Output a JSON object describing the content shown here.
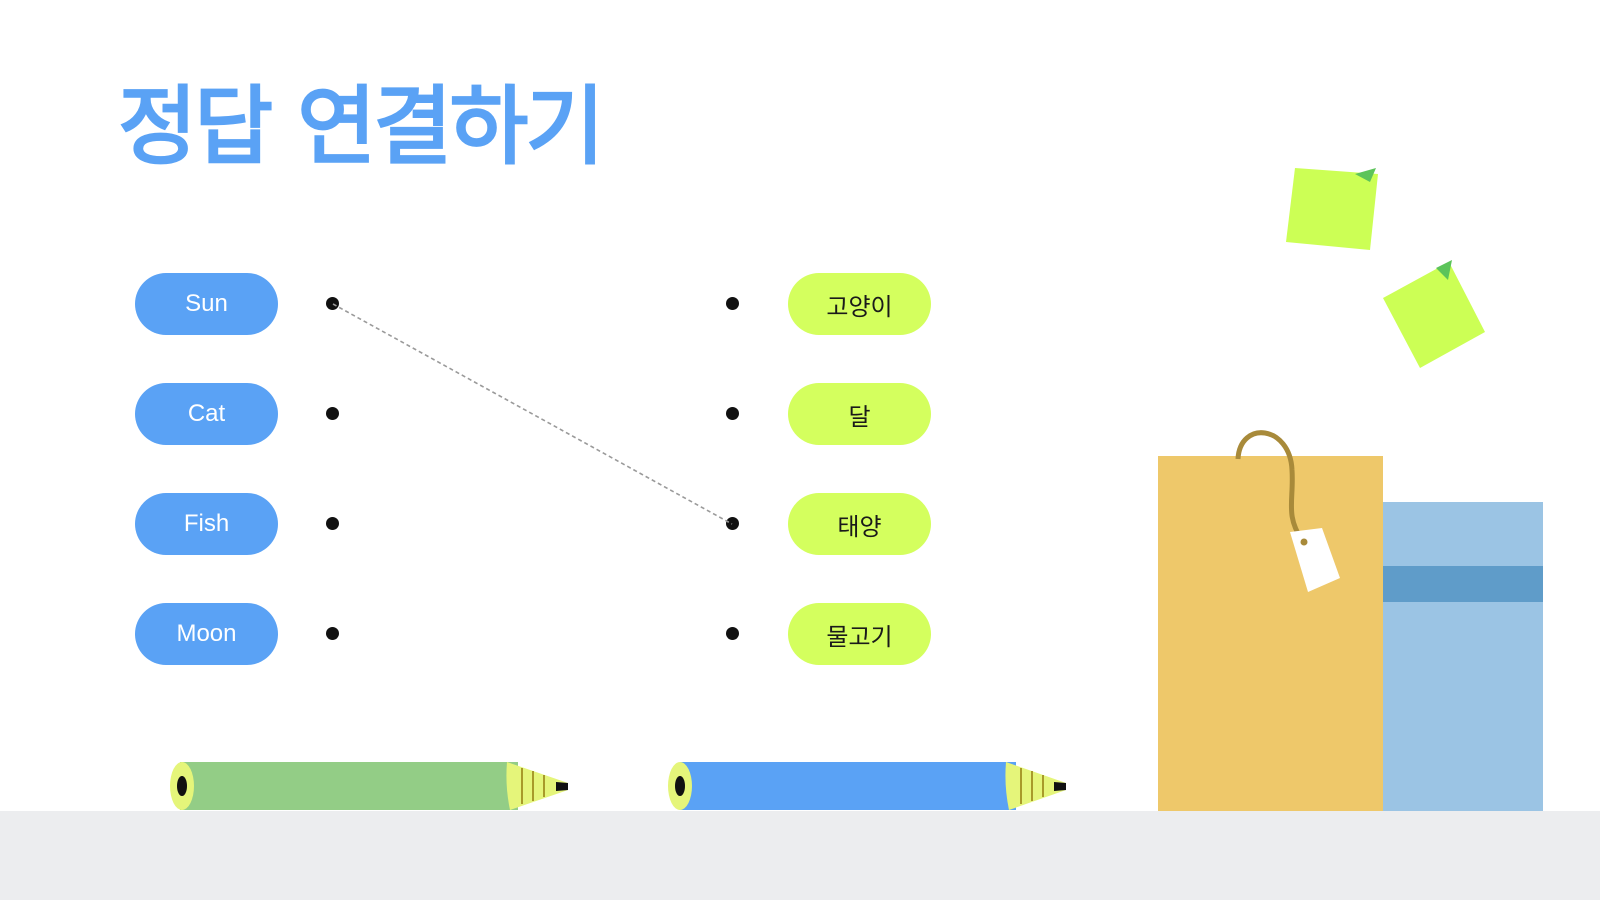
{
  "title": "정답 연결하기",
  "left_items": [
    {
      "label": "Sun"
    },
    {
      "label": "Cat"
    },
    {
      "label": "Fish"
    },
    {
      "label": "Moon"
    }
  ],
  "right_items": [
    {
      "label": "고양이"
    },
    {
      "label": "달"
    },
    {
      "label": "태양"
    },
    {
      "label": "물고기"
    }
  ],
  "connections": [
    {
      "from": 0,
      "to": 2
    }
  ],
  "colors": {
    "title": "#5aa2f5",
    "left_pill": "#5aa2f5",
    "right_pill": "#d4ff5e",
    "dot": "#111111",
    "line": "#9a9a9a",
    "floor": "#ecedef",
    "pencil_green": "#93cd86",
    "pencil_blue": "#5aa2f5",
    "pencil_tip": "#e5f57a",
    "bag": "#eec86a",
    "box": "#9bc4e4",
    "box_band": "#5f9cc9",
    "sticky": "#ccff55",
    "pin": "#5cc45a"
  }
}
